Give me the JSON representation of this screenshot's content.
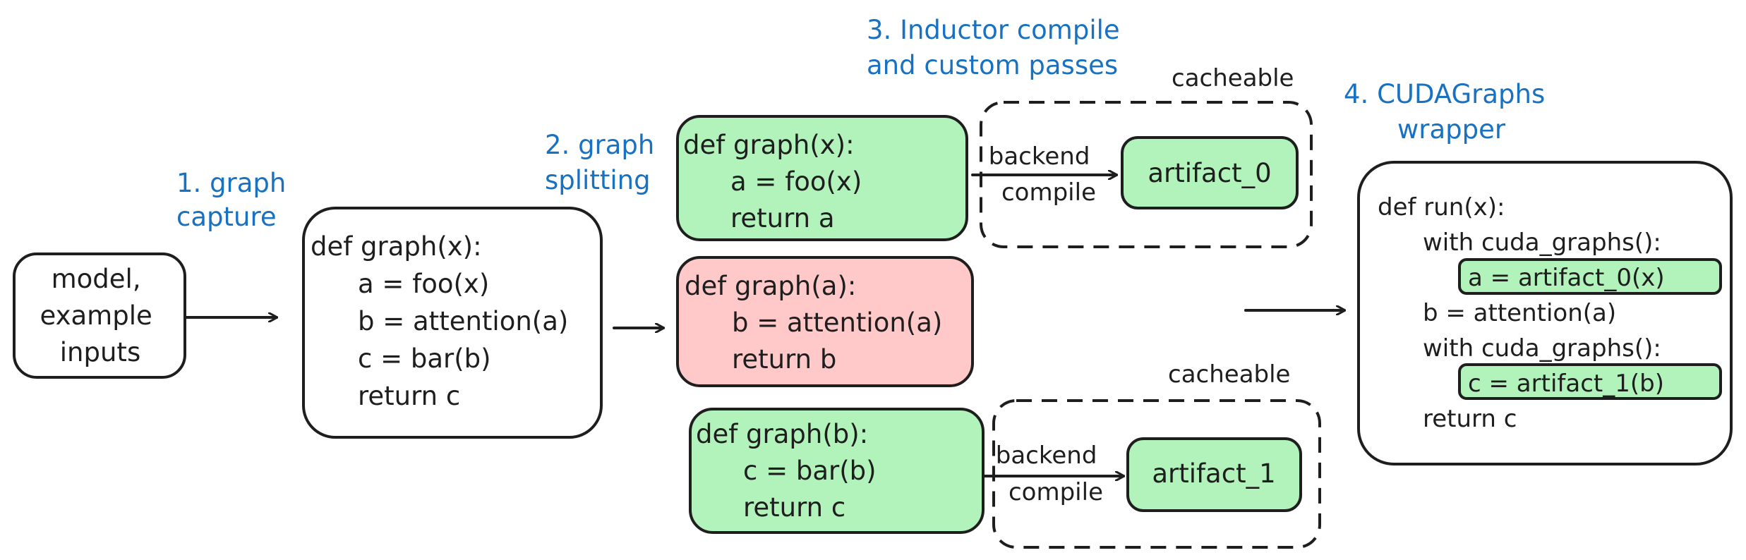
{
  "colors": {
    "ink": "#1e1e1e",
    "step_blue": "#1971c2",
    "green_fill": "#b2f2bb",
    "red_fill": "#ffc9c9",
    "white_fill": "#ffffff"
  },
  "steps": {
    "s1": [
      "1. graph",
      "capture"
    ],
    "s2": [
      "2. graph",
      "splitting"
    ],
    "s3": [
      "3. Inductor compile",
      "and custom passes"
    ],
    "s4": [
      "4. CUDAGraphs",
      "wrapper"
    ]
  },
  "input_box": {
    "lines": [
      "model,",
      "example",
      "inputs"
    ]
  },
  "full_graph": {
    "lines": [
      "def graph(x):",
      "a = foo(x)",
      "b = attention(a)",
      "c = bar(b)",
      "return c"
    ]
  },
  "subgraph_0": {
    "lines": [
      "def graph(x):",
      "a = foo(x)",
      "return a"
    ]
  },
  "subgraph_attn": {
    "lines": [
      "def graph(a):",
      "b = attention(a)",
      "return b"
    ]
  },
  "subgraph_1": {
    "lines": [
      "def graph(b):",
      "c = bar(b)",
      "return c"
    ]
  },
  "cache_0": {
    "label": "cacheable",
    "edge": [
      "backend",
      "compile"
    ],
    "artifact": "artifact_0"
  },
  "cache_1": {
    "label": "cacheable",
    "edge": [
      "backend",
      "compile"
    ],
    "artifact": "artifact_1"
  },
  "wrapper": {
    "lines": [
      "def run(x):",
      "with cuda_graphs():",
      "a = artifact_0(x)",
      "b = attention(a)",
      "with cuda_graphs():",
      "c = artifact_1(b)",
      "return c"
    ]
  }
}
